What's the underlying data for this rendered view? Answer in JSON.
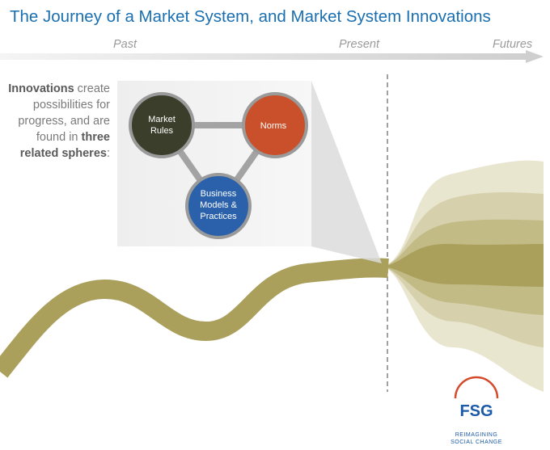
{
  "title": "The Journey of a Market System, and Market System Innovations",
  "timeline": {
    "past": "Past",
    "present": "Present",
    "futures": "Futures"
  },
  "intro": {
    "line1_bold": "Innovations",
    "line1_rest": " create",
    "line2": "possibilities for",
    "line3": "progress, and are",
    "line4_rest": "found in ",
    "line4_bold": "three",
    "line5_bold": "related spheres",
    "line5_rest": ":"
  },
  "spheres": {
    "market_rules": [
      "Market",
      "Rules"
    ],
    "norms": "Norms",
    "business_models": [
      "Business",
      "Models &",
      "Practices"
    ]
  },
  "logo": {
    "name": "FSG",
    "tagline1": "REIMAGINING",
    "tagline2": "SOCIAL CHANGE"
  },
  "colors": {
    "title": "#1a6fb0",
    "path": "#aaa05c",
    "market_rules": "#3b3e2a",
    "norms": "#c9502a",
    "business_models": "#2a61aa",
    "ring": "#9a9a9a",
    "futures_light": "#e9e6d0",
    "futures_mid": "#d6d1ac",
    "futures_core": "#aaa05c",
    "logo_blue": "#1a5aa6",
    "logo_accent": "#d44a2a"
  }
}
